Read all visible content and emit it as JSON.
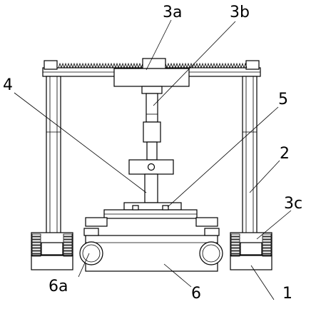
{
  "labels": {
    "l3a": "3a",
    "l3b": "3b",
    "l4": "4",
    "l5": "5",
    "l2": "2",
    "l3c": "3c",
    "l6a": "6a",
    "l6": "6",
    "l1": "1"
  }
}
